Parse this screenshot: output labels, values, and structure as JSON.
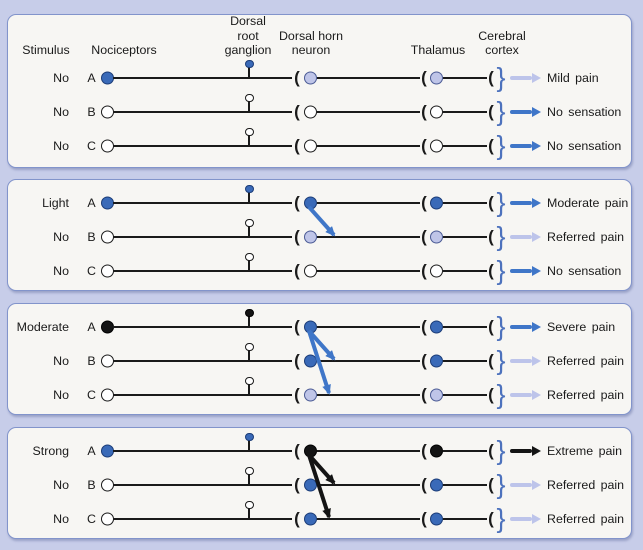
{
  "figure": {
    "column_headers": {
      "stimulus": [
        "Stimulus"
      ],
      "nociceptors": [
        "Nociceptors"
      ],
      "dorsal_root_ganglion": [
        "Dorsal",
        "root",
        "ganglion"
      ],
      "dorsal_horn_neuron": [
        "Dorsal horn",
        "neuron"
      ],
      "thalamus": [
        "Thalamus"
      ],
      "cerebral_cortex": [
        "Cerebral",
        "cortex"
      ]
    },
    "panels": [
      {
        "rows": [
          {
            "stimulus": "No",
            "fiber": "A",
            "nociceptor": "blue",
            "dorsal_root_ganglion": "blue",
            "dorsal_horn": "lavender",
            "thalamus": "lavender",
            "output_arrow": "lavender",
            "outcome": "Mild pain"
          },
          {
            "stimulus": "No",
            "fiber": "B",
            "nociceptor": "white",
            "dorsal_root_ganglion": "white",
            "dorsal_horn": "white",
            "thalamus": "white",
            "output_arrow": "blue",
            "outcome": "No sensation"
          },
          {
            "stimulus": "No",
            "fiber": "C",
            "nociceptor": "white",
            "dorsal_root_ganglion": "white",
            "dorsal_horn": "white",
            "thalamus": "white",
            "output_arrow": "blue",
            "outcome": "No sensation"
          }
        ],
        "collaterals": []
      },
      {
        "rows": [
          {
            "stimulus": "Light",
            "fiber": "A",
            "nociceptor": "blue",
            "dorsal_root_ganglion": "blue",
            "dorsal_horn": "blue",
            "thalamus": "blue",
            "output_arrow": "blue",
            "outcome": "Moderate pain"
          },
          {
            "stimulus": "No",
            "fiber": "B",
            "nociceptor": "white",
            "dorsal_root_ganglion": "white",
            "dorsal_horn": "lavender",
            "thalamus": "lavender",
            "output_arrow": "lavender",
            "outcome": "Referred pain"
          },
          {
            "stimulus": "No",
            "fiber": "C",
            "nociceptor": "white",
            "dorsal_root_ganglion": "white",
            "dorsal_horn": "white",
            "thalamus": "white",
            "output_arrow": "blue",
            "outcome": "No sensation"
          }
        ],
        "collaterals": [
          {
            "from": 0,
            "to": 1,
            "color": "blue"
          }
        ]
      },
      {
        "rows": [
          {
            "stimulus": "Moderate",
            "fiber": "A",
            "nociceptor": "black",
            "dorsal_root_ganglion": "black",
            "dorsal_horn": "blue",
            "thalamus": "blue",
            "output_arrow": "blue",
            "outcome": "Severe pain"
          },
          {
            "stimulus": "No",
            "fiber": "B",
            "nociceptor": "white",
            "dorsal_root_ganglion": "white",
            "dorsal_horn": "blue",
            "thalamus": "blue",
            "output_arrow": "lavender",
            "outcome": "Referred pain"
          },
          {
            "stimulus": "No",
            "fiber": "C",
            "nociceptor": "white",
            "dorsal_root_ganglion": "white",
            "dorsal_horn": "lavender",
            "thalamus": "lavender",
            "output_arrow": "lavender",
            "outcome": "Referred pain"
          }
        ],
        "collaterals": [
          {
            "from": 0,
            "to": 1,
            "color": "blue"
          },
          {
            "from": 0,
            "to": 2,
            "color": "blue"
          }
        ]
      },
      {
        "rows": [
          {
            "stimulus": "Strong",
            "fiber": "A",
            "nociceptor": "blue",
            "dorsal_root_ganglion": "blue",
            "dorsal_horn": "black",
            "thalamus": "black",
            "output_arrow": "black",
            "outcome": "Extreme pain"
          },
          {
            "stimulus": "No",
            "fiber": "B",
            "nociceptor": "white",
            "dorsal_root_ganglion": "white",
            "dorsal_horn": "blue",
            "thalamus": "blue",
            "output_arrow": "lavender",
            "outcome": "Referred pain"
          },
          {
            "stimulus": "No",
            "fiber": "C",
            "nociceptor": "white",
            "dorsal_root_ganglion": "white",
            "dorsal_horn": "blue",
            "thalamus": "blue",
            "output_arrow": "lavender",
            "outcome": "Referred pain"
          }
        ],
        "collaterals": [
          {
            "from": 0,
            "to": 1,
            "color": "black"
          },
          {
            "from": 0,
            "to": 2,
            "color": "black"
          }
        ]
      }
    ],
    "symbols": {
      "synapse": "(",
      "cortex_brace": "}"
    },
    "colors": {
      "page_bg": "#c7cde9",
      "panel_bg": "#f7f6f3",
      "panel_border": "#8294cb",
      "line": "#1a1a1a",
      "text": "#1a1a1a",
      "brace": "#4d72bd",
      "node_fills": {
        "blue": "#3a6ab8",
        "lavender": "#bfc5e8",
        "black": "#141414",
        "white": "#ffffff"
      },
      "node_borders": {
        "blue": "#1b3c77",
        "lavender": "#4a5a94",
        "black": "#000000",
        "white": "#1a1a1a"
      },
      "arrow_colors": {
        "blue": "#3f76c8",
        "lavender": "#bdc4ea",
        "black": "#141414"
      }
    }
  }
}
